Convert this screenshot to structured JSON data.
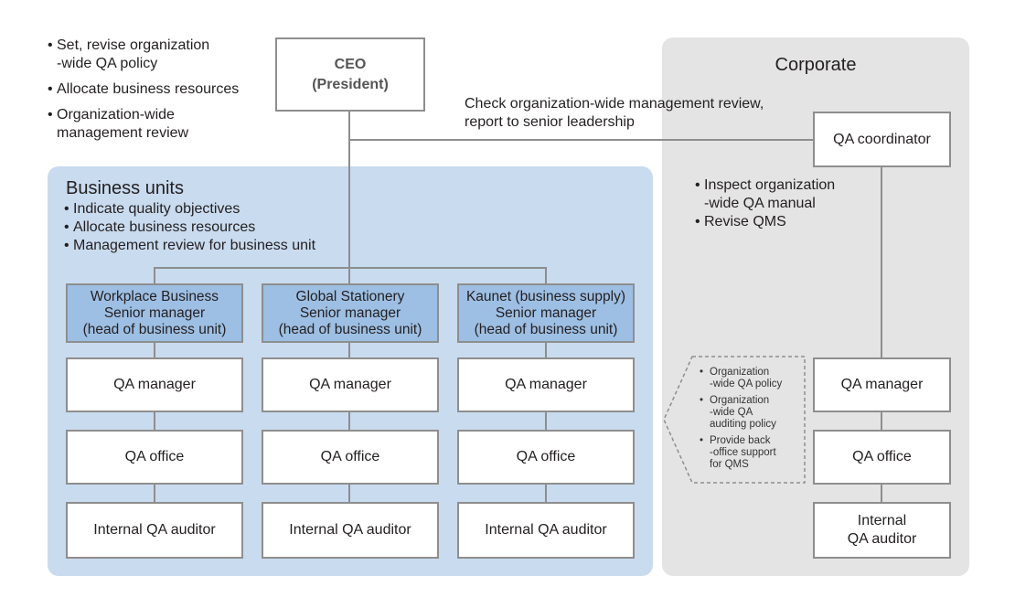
{
  "ceo": {
    "line1": "CEO",
    "line2": "(President)"
  },
  "ceo_notes": [
    "Set, revise organization\n-wide QA policy",
    "Allocate business resources",
    "Organization-wide\nmanagement review"
  ],
  "ceo_to_corporate_note": "Check organization-wide management review,\nreport to senior leadership",
  "business_units": {
    "title": "Business units",
    "notes": [
      "Indicate quality objectives",
      "Allocate business resources",
      "Management review for business unit"
    ],
    "units": [
      {
        "head": "Workplace Business\nSenior manager\n(head of business unit)",
        "qa_manager": "QA manager",
        "qa_office": "QA office",
        "auditor": "Internal QA auditor"
      },
      {
        "head": "Global Stationery\nSenior manager\n(head of business unit)",
        "qa_manager": "QA manager",
        "qa_office": "QA office",
        "auditor": "Internal QA auditor"
      },
      {
        "head": "Kaunet (business supply)\nSenior manager\n(head of business unit)",
        "qa_manager": "QA manager",
        "qa_office": "QA office",
        "auditor": "Internal QA auditor"
      }
    ]
  },
  "corporate": {
    "title": "Corporate",
    "qa_coordinator": "QA coordinator",
    "coordinator_notes": [
      "Inspect organization\n-wide QA manual",
      "Revise QMS"
    ],
    "qa_manager": "QA manager",
    "qa_office": "QA office",
    "auditor": "Internal\nQA auditor",
    "manager_notes": [
      "Organization\n-wide QA policy",
      "Organization\n-wide QA\nauditing policy",
      "Provide back\n-office support\nfor QMS"
    ]
  },
  "colors": {
    "business_panel": "#c9dbee",
    "corporate_panel": "#e4e4e4",
    "head_box": "#9dbfe3",
    "border": "#8e8e8e"
  }
}
